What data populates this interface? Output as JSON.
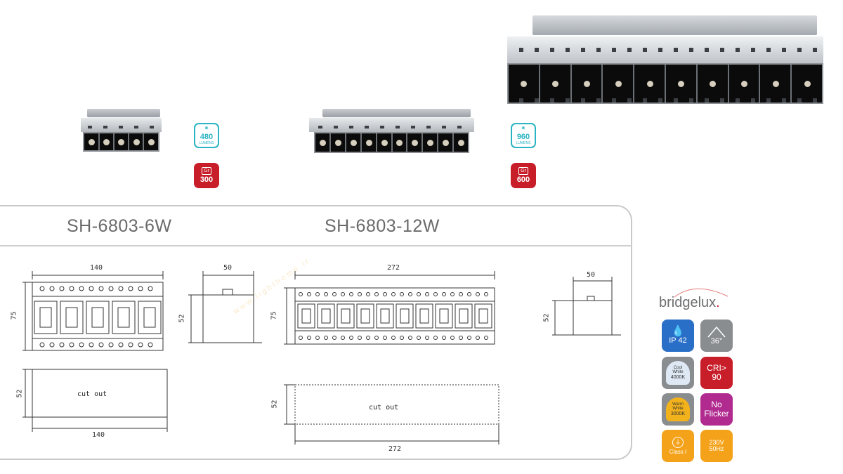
{
  "models": [
    {
      "code": "SH-6803-6W",
      "lumens": "480",
      "lumens_unit": "LUMENS",
      "weight": "300",
      "weight_unit": "Gr",
      "front_width": "140",
      "front_height": "75",
      "side_width": "50",
      "side_height": "52",
      "cutout_label": "cut out",
      "cutout_width": "140",
      "cutout_height": "52"
    },
    {
      "code": "SH-6803-12W",
      "lumens": "960",
      "lumens_unit": "LUMENS",
      "weight": "600",
      "weight_unit": "Gr",
      "front_width": "272",
      "front_height": "75",
      "side_width": "50",
      "side_height": "52",
      "cutout_label": "cut out",
      "cutout_width": "272",
      "cutout_height": "52"
    }
  ],
  "brand": {
    "name": "bridgelux",
    "dot": "."
  },
  "features": {
    "ip": "IP 42",
    "angle": "36°",
    "cool_white": {
      "line1": "Cool",
      "line2": "White",
      "temp": "4000K"
    },
    "cri": {
      "line1": "CRI>",
      "line2": "90"
    },
    "warm_white": {
      "line1": "Warm",
      "line2": "White",
      "temp": "3000K"
    },
    "flicker": {
      "line1": "No",
      "line2": "Flicker"
    },
    "class": "Class I",
    "power": {
      "line1": "230V",
      "line2": "50Hz"
    }
  },
  "colors": {
    "lumen_teal": "#2ab4c4",
    "weight_red": "#c81e2a",
    "ip_blue": "#2a6fc7",
    "grey": "#8a8d90",
    "cri_red": "#c81e2a",
    "flicker_magenta": "#b02a8f",
    "warm_yellow": "#f2b21c",
    "orange": "#f4a21a"
  },
  "watermark": "www.lighthome.ir"
}
